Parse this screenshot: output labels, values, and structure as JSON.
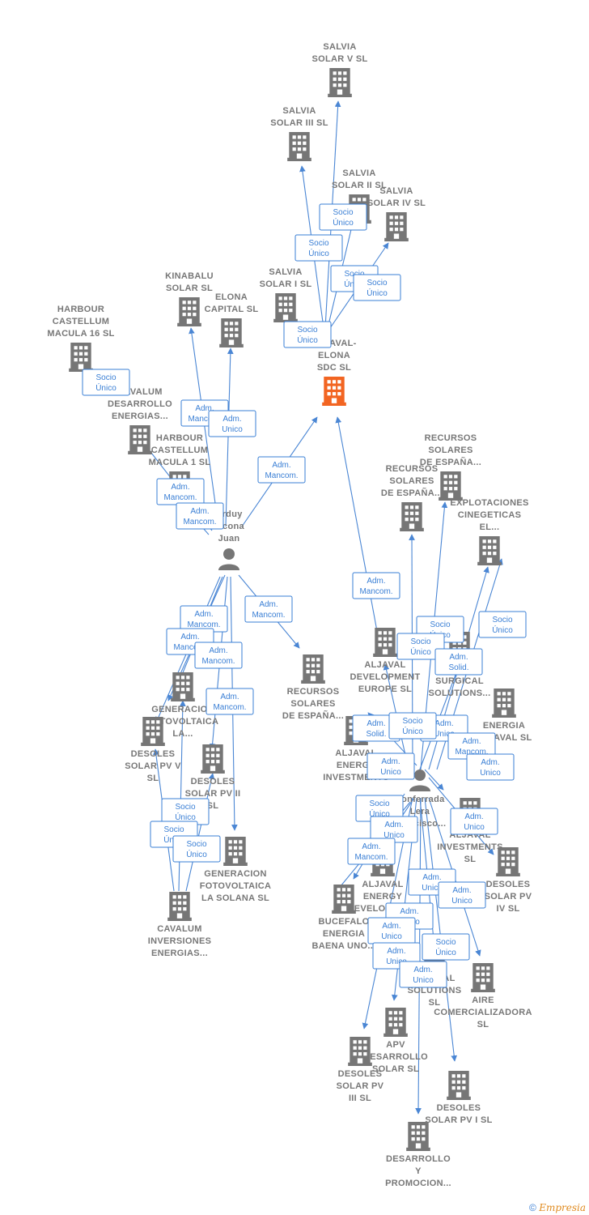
{
  "colors": {
    "company": "#767676",
    "focus": "#f26522",
    "person": "#767676",
    "edge": "#4a86d4",
    "relation": "#3a7fd5"
  },
  "nodes": [
    {
      "id": "salvia5",
      "type": "company",
      "lines": [
        "SALVIA",
        "SOLAR V  SL"
      ]
    },
    {
      "id": "salvia3",
      "type": "company",
      "lines": [
        "SALVIA",
        "SOLAR III  SL"
      ]
    },
    {
      "id": "salvia2",
      "type": "company",
      "lines": [
        "SALVIA",
        "SOLAR II  SL"
      ]
    },
    {
      "id": "salvia4",
      "type": "company",
      "lines": [
        "SALVIA",
        "SOLAR IV  SL"
      ]
    },
    {
      "id": "salvia1",
      "type": "company",
      "lines": [
        "SALVIA",
        "SOLAR I  SL"
      ]
    },
    {
      "id": "aljavalelona",
      "type": "focus",
      "lines": [
        "ALJAVAL-",
        "ELONA",
        "SDC  SL"
      ]
    },
    {
      "id": "kinabalu",
      "type": "company",
      "lines": [
        "KINABALU",
        "SOLAR  SL"
      ]
    },
    {
      "id": "elona",
      "type": "company",
      "lines": [
        "ELONA",
        "CAPITAL  SL"
      ]
    },
    {
      "id": "harbour16",
      "type": "company",
      "lines": [
        "HARBOUR",
        "CASTELLUM",
        "MACULA 16  SL"
      ]
    },
    {
      "id": "cavalumdes",
      "type": "company",
      "lines": [
        "CAVALUM",
        "DESARROLLO",
        "ENERGIAS..."
      ]
    },
    {
      "id": "harbour1",
      "type": "company",
      "lines": [
        "HARBOUR",
        "CASTELLUM",
        "MACULA 1  SL"
      ]
    },
    {
      "id": "person1",
      "type": "person",
      "lines": [
        "Arduy",
        "Elcona",
        "Juan"
      ]
    },
    {
      "id": "recursos1",
      "type": "company",
      "lines": [
        "RECURSOS",
        "SOLARES",
        "DE ESPAÑA..."
      ]
    },
    {
      "id": "recursos2",
      "type": "company",
      "lines": [
        "RECURSOS",
        "SOLARES",
        "DE ESPAÑA..."
      ]
    },
    {
      "id": "explot",
      "type": "company",
      "lines": [
        "EXPLOTACIONES",
        "CINEGETICAS",
        "EL..."
      ]
    },
    {
      "id": "aljdev",
      "type": "company",
      "lines": [
        "ALJAVAL",
        "DEVELOPMENT",
        "EUROPE  SL"
      ]
    },
    {
      "id": "kinetics",
      "type": "company",
      "lines": [
        "KINETICS",
        "SURGICAL",
        "SOLUTIONS..."
      ]
    },
    {
      "id": "recursos3",
      "type": "company",
      "lines": [
        "RECURSOS",
        "SOLARES",
        "DE ESPAÑA..."
      ]
    },
    {
      "id": "energiaalj",
      "type": "company",
      "lines": [
        "ENERGIA",
        "ALJAVAL  SL"
      ]
    },
    {
      "id": "genfotola",
      "type": "company",
      "lines": [
        "GENERACION",
        "FOTOVOLTAICA",
        "LA..."
      ]
    },
    {
      "id": "desolesv",
      "type": "company",
      "lines": [
        "DESOLES",
        "SOLAR PV V",
        "SL"
      ]
    },
    {
      "id": "desolesii",
      "type": "company",
      "lines": [
        "DESOLES",
        "SOLAR PV II",
        "SL"
      ]
    },
    {
      "id": "genfotosolana",
      "type": "company",
      "lines": [
        "GENERACION",
        "FOTOVOLTAICA",
        "LA SOLANA  SL"
      ]
    },
    {
      "id": "cavaluminv",
      "type": "company",
      "lines": [
        "CAVALUM",
        "INVERSIONES",
        "ENERGIAS..."
      ]
    },
    {
      "id": "aljenergyinv",
      "type": "company",
      "lines": [
        "ALJAVAL",
        "ENERGY",
        "INVESTMENTS"
      ]
    },
    {
      "id": "person2",
      "type": "person",
      "lines": [
        "Ponferrada",
        "Lera",
        "Francisco..."
      ]
    },
    {
      "id": "aljinv",
      "type": "company",
      "lines": [
        "ALJAVAL",
        "INVESTMENTS",
        "SL"
      ]
    },
    {
      "id": "desolesiv",
      "type": "company",
      "lines": [
        "DESOLES",
        "SOLAR PV",
        "IV  SL"
      ]
    },
    {
      "id": "aljenergydev",
      "type": "company",
      "lines": [
        "ALJAVAL",
        "ENERGY",
        "DEVELOPMENT"
      ]
    },
    {
      "id": "bucefalo",
      "type": "company",
      "lines": [
        "BUCEFALO",
        "ENERGIA",
        "BAENA UNO..."
      ]
    },
    {
      "id": "aljsolutions",
      "type": "company",
      "lines": [
        "ALJAVAL",
        "SOLUTIONS",
        "SL"
      ]
    },
    {
      "id": "aire",
      "type": "company",
      "lines": [
        "AIRE",
        "COMERCIALIZADORA",
        "SL"
      ]
    },
    {
      "id": "apv",
      "type": "company",
      "lines": [
        "APV",
        "DESARROLLO",
        "SOLAR  SL"
      ]
    },
    {
      "id": "desolesiii",
      "type": "company",
      "lines": [
        "DESOLES",
        "SOLAR PV",
        "III  SL"
      ]
    },
    {
      "id": "desolesi",
      "type": "company",
      "lines": [
        "DESOLES",
        "SOLAR PV I  SL"
      ]
    },
    {
      "id": "desarrollo",
      "type": "company",
      "lines": [
        "DESARROLLO",
        "Y",
        "PROMOCION..."
      ]
    }
  ],
  "relations": [
    {
      "id": "r1",
      "lines": [
        "Socio",
        "Único"
      ]
    },
    {
      "id": "r2",
      "lines": [
        "Socio",
        "Único"
      ]
    },
    {
      "id": "r3",
      "lines": [
        "Socio",
        "Único"
      ]
    },
    {
      "id": "r4",
      "lines": [
        "Socio",
        "Único"
      ]
    },
    {
      "id": "r5",
      "lines": [
        "Socio",
        "Único"
      ]
    },
    {
      "id": "r6",
      "lines": [
        "Socio",
        "Único"
      ]
    },
    {
      "id": "r7",
      "lines": [
        "Adm.",
        "Mancom."
      ]
    },
    {
      "id": "r8",
      "lines": [
        "Adm.",
        "Unico"
      ]
    },
    {
      "id": "r9",
      "lines": [
        "Adm.",
        "Mancom."
      ]
    },
    {
      "id": "r10",
      "lines": [
        "Adm.",
        "Mancom."
      ]
    },
    {
      "id": "r11",
      "lines": [
        "Adm.",
        "Mancom."
      ]
    },
    {
      "id": "r12",
      "lines": [
        "Adm.",
        "Mancom."
      ]
    },
    {
      "id": "r13",
      "lines": [
        "Adm.",
        "Mancom."
      ]
    },
    {
      "id": "r14",
      "lines": [
        "Adm.",
        "Mancom."
      ]
    },
    {
      "id": "r15",
      "lines": [
        "Adm.",
        "Mancom."
      ]
    },
    {
      "id": "r16",
      "lines": [
        "Adm.",
        "Mancom."
      ]
    },
    {
      "id": "r17",
      "lines": [
        "Adm.",
        "Mancom."
      ]
    },
    {
      "id": "r18",
      "lines": [
        "Socio",
        "Único"
      ]
    },
    {
      "id": "r19",
      "lines": [
        "Socio",
        "Único"
      ]
    },
    {
      "id": "r20",
      "lines": [
        "Socio",
        "Único"
      ]
    },
    {
      "id": "r21",
      "lines": [
        "Adm.",
        "Solid."
      ]
    },
    {
      "id": "r22",
      "lines": [
        "Adm.",
        "Solid."
      ]
    },
    {
      "id": "r23",
      "lines": [
        "Adm.",
        "Unico"
      ]
    },
    {
      "id": "r24",
      "lines": [
        "Socio",
        "Único"
      ]
    },
    {
      "id": "r25",
      "lines": [
        "Adm.",
        "Mancom."
      ]
    },
    {
      "id": "r26",
      "lines": [
        "Adm.",
        "Unico"
      ]
    },
    {
      "id": "r27",
      "lines": [
        "Adm.",
        "Unico"
      ]
    },
    {
      "id": "r28",
      "lines": [
        "Socio",
        "Único"
      ]
    },
    {
      "id": "r29",
      "lines": [
        "Socio",
        "Único"
      ]
    },
    {
      "id": "r30",
      "lines": [
        "Socio",
        "Único"
      ]
    },
    {
      "id": "r31",
      "lines": [
        "Socio",
        "Único"
      ]
    },
    {
      "id": "r32",
      "lines": [
        "Adm.",
        "Unico"
      ]
    },
    {
      "id": "r33",
      "lines": [
        "Adm.",
        "Unico"
      ]
    },
    {
      "id": "r34",
      "lines": [
        "Adm.",
        "Mancom."
      ]
    },
    {
      "id": "r35",
      "lines": [
        "Adm.",
        "Unico"
      ]
    },
    {
      "id": "r36",
      "lines": [
        "Adm.",
        "Unico"
      ]
    },
    {
      "id": "r37",
      "lines": [
        "Adm.",
        "Unico"
      ]
    },
    {
      "id": "r38",
      "lines": [
        "Adm.",
        "Unico"
      ]
    },
    {
      "id": "r39",
      "lines": [
        "Socio",
        "Único"
      ]
    },
    {
      "id": "r40",
      "lines": [
        "Adm.",
        "Unico"
      ]
    },
    {
      "id": "r41",
      "lines": [
        "Adm.",
        "Unico"
      ]
    }
  ],
  "footer": {
    "copyright": "©",
    "brand": "Empresia"
  }
}
